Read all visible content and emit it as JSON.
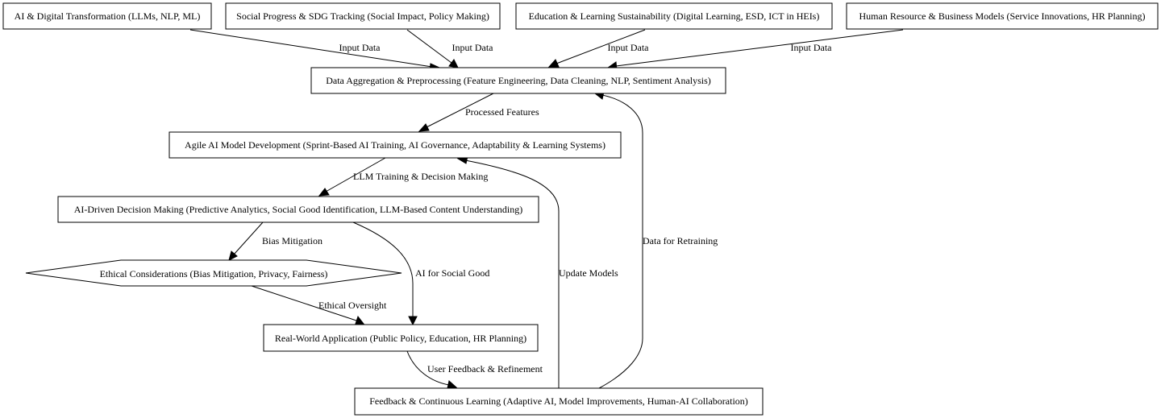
{
  "nodes": {
    "ai_digital": "AI & Digital Transformation (LLMs, NLP, ML)",
    "social_progress": "Social Progress & SDG Tracking (Social Impact, Policy Making)",
    "education": "Education & Learning Sustainability (Digital Learning, ESD, ICT in HEIs)",
    "human_resource": "Human Resource & Business Models (Service Innovations, HR Planning)",
    "data_aggregation": "Data Aggregation & Preprocessing (Feature Engineering, Data Cleaning, NLP, Sentiment Analysis)",
    "agile_ai": "Agile AI Model Development (Sprint-Based AI Training, AI Governance, Adaptability & Learning Systems)",
    "decision_making": "AI-Driven Decision Making (Predictive Analytics, Social Good Identification, LLM-Based Content Understanding)",
    "ethical": "Ethical Considerations (Bias Mitigation, Privacy, Fairness)",
    "real_world": "Real-World Application (Public Policy, Education, HR Planning)",
    "feedback": "Feedback & Continuous Learning (Adaptive AI, Model Improvements, Human-AI Collaboration)"
  },
  "edges": {
    "input_1": "Input Data",
    "input_2": "Input Data",
    "input_3": "Input Data",
    "input_4": "Input Data",
    "processed": "Processed Features",
    "llm_training": "LLM Training & Decision Making",
    "bias": "Bias Mitigation",
    "social_good": "AI for Social Good",
    "oversight": "Ethical Oversight",
    "user_feedback": "User Feedback & Refinement",
    "update_models": "Update Models",
    "retraining": "Data for Retraining"
  }
}
